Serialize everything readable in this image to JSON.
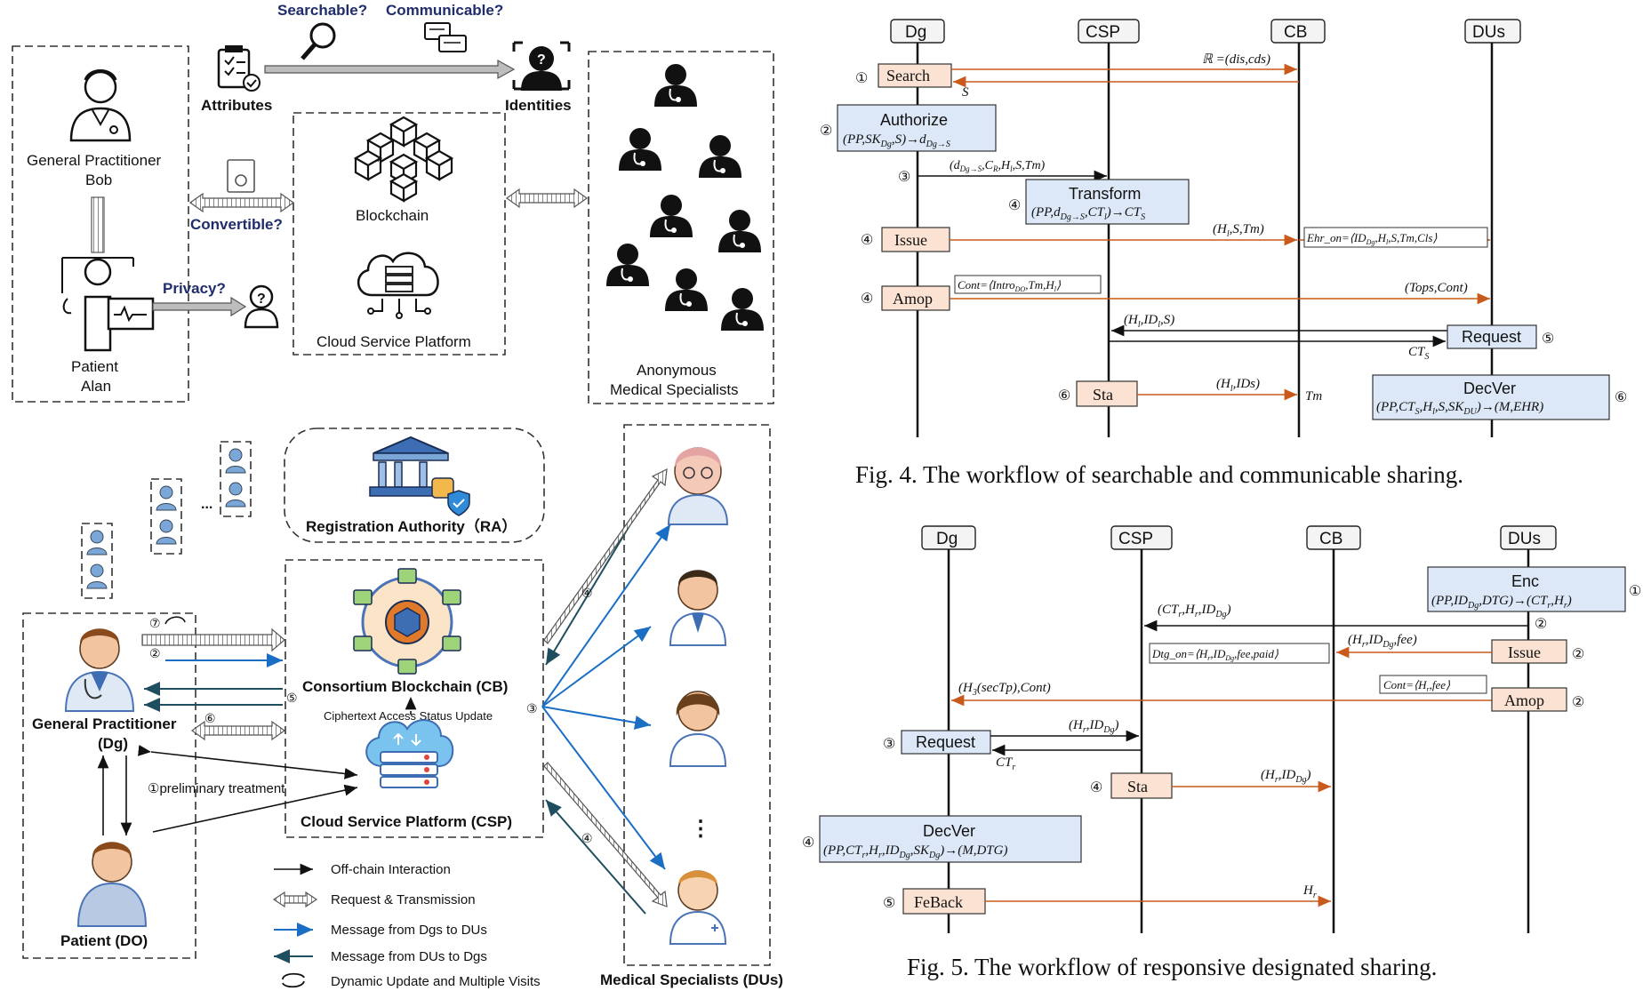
{
  "top_left": {
    "question_search": "Searchable?",
    "question_comm": "Communicable?",
    "attributes": "Attributes",
    "identities": "Identities",
    "gp_line1": "General Practitioner",
    "gp_line2": "Bob",
    "patient_line1": "Patient",
    "patient_line2": "Alan",
    "convertible": "Convertible?",
    "privacy": "Privacy?",
    "blockchain": "Blockchain",
    "csp": "Cloud Service Platform",
    "anon_line1": "Anonymous",
    "anon_line2": "Medical Specialists"
  },
  "bottom_left": {
    "ra": "Registration Authority（RA）",
    "cb": "Consortium Blockchain (CB)",
    "ciphertext_update": "Ciphertext Access Status Update",
    "csp": "Cloud Service Platform (CSP)",
    "gp_line1": "General Practitioner",
    "gp_line2": "(Dg)",
    "patient": "Patient (DO)",
    "prelim": "①preliminary treatment",
    "step7": "⑦",
    "step2": "②",
    "step5": "⑤",
    "step6": "⑥",
    "step3": "③",
    "step4a": "④",
    "step4b": "④",
    "dots": "...",
    "vdots": "⋮",
    "du_label": "Medical Specialists (DUs)",
    "legend": [
      "Off-chain Interaction",
      "Request & Transmission",
      "Message  from Dgs to DUs",
      "Message  from DUs to Dgs",
      "Dynamic Update and Multiple Visits"
    ]
  },
  "fig4": {
    "caption": "Fig. 4.    The workflow of searchable and communicable sharing.",
    "headers": [
      "Dg",
      "CSP",
      "CB",
      "DUs"
    ],
    "n1": "①",
    "search": "Search",
    "s_ret": "S",
    "rset": "ℝ =(dis,cds)",
    "n2": "②",
    "authorize": "Authorize",
    "auth_formula": "(PP,SK",
    "auth_sub": "Dg",
    "auth_tail": ",S)→d",
    "auth_sub2": "Dg→S",
    "n3": "③",
    "msg3": "(d",
    "msg3_sub": "Dg→S",
    "msg3_tail": ",C",
    "msg3_sub2": "R",
    "msg3_tail2": ",H",
    "msg3_sub3": "l",
    "msg3_tail3": ",S,Tm)",
    "n4t": "④",
    "transform": "Transform",
    "trans_formula": "(PP,d",
    "trans_sub": "Dg→S",
    "trans_tail": ",CT",
    "trans_sub2": "l",
    "trans_tail2": ")→CT",
    "trans_sub3": "S",
    "n4i": "④",
    "issue": "Issue",
    "issue_msg": "(H",
    "issue_msg_sub": "l",
    "issue_msg_tail": ",S,Tm)",
    "ehr_on": "Ehr_on=⟨ID",
    "ehr_sub": "Dg",
    "ehr_tail": ",H",
    "ehr_sub2": "l",
    "ehr_tail2": ",S,Tm,Cls⟩",
    "n4a": "④",
    "amop": "Amop",
    "cont": "Cont=⟨Intro",
    "cont_sub": "DO",
    "cont_tail": ",Tm,H",
    "cont_sub2": "l",
    "cont_tail2": "⟩",
    "tops": "(Tops,Cont)",
    "req_msg": "(H",
    "req_sub": "l",
    "req_tail": ",ID",
    "req_sub2": "l",
    "req_tail2": ",S)",
    "request": "Request",
    "n5": "⑤",
    "cts": "CT",
    "cts_sub": "S",
    "n6": "⑥",
    "sta": "Sta",
    "sta_msg": "(H",
    "sta_sub": "l",
    "sta_tail": ",IDs)",
    "tm": "Tm",
    "decver": "DecVer",
    "dec_formula": "(PP,CT",
    "dec_sub": "S",
    "dec_tail": ",H",
    "dec_sub2": "l",
    "dec_tail2": ",S,SK",
    "dec_sub3": "DU",
    "dec_tail3": ")→(M,EHR)",
    "n6b": "⑥"
  },
  "fig5": {
    "caption": "Fig. 5.    The workflow of responsive designated sharing.",
    "headers": [
      "Dg",
      "CSP",
      "CB",
      "DUs"
    ],
    "enc": "Enc",
    "enc_formula": "(PP,ID",
    "enc_sub": "Dg",
    "enc_tail": ",DTG)→(CT",
    "enc_sub2": "r",
    "enc_tail2": ",H",
    "enc_sub3": "r",
    "enc_tail3": ")",
    "n1": "①",
    "n2a": "②",
    "m1": "(CT",
    "m1_sub": "r",
    "m1_tail": ",H",
    "m1_sub2": "r",
    "m1_tail2": ",ID",
    "m1_sub3": "Dg",
    "m1_tail3": ")",
    "m2": "(H",
    "m2_sub": "r",
    "m2_tail": ",ID",
    "m2_sub2": "Dg",
    "m2_tail2": ",fee)",
    "dtg_on": "Dtg_on=⟨H",
    "dtg_sub": "r",
    "dtg_tail": ",ID",
    "dtg_sub2": "Dg",
    "dtg_tail2": ",fee,paid⟩",
    "issue": "Issue",
    "n2b": "②",
    "m3": "(H",
    "m3_sub": "3",
    "m3_tail": "(secTp),Cont)",
    "cont": "Cont=⟨H",
    "cont_sub": "r",
    "cont_tail": ",fee⟩",
    "amop": "Amop",
    "n2c": "②",
    "n3": "③",
    "request": "Request",
    "m4": "(H",
    "m4_sub": "r",
    "m4_tail": ",ID",
    "m4_sub2": "Dg",
    "m4_tail2": ")",
    "ctr": "CT",
    "ctr_sub": "r",
    "n4s": "④",
    "sta": "Sta",
    "m5": "(H",
    "m5_sub": "r",
    "m5_tail": ",ID",
    "m5_sub2": "Dg",
    "m5_tail2": ")",
    "n4d": "④",
    "decver": "DecVer",
    "dec_formula": "(PP,CT",
    "dec_sub": "r",
    "dec_tail": ",H",
    "dec_sub2": "r",
    "dec_tail2": ",ID",
    "dec_sub3": "Dg",
    "dec_tail3": ",SK",
    "dec_sub4": "Dg",
    "dec_tail4": ")→(M,DTG)",
    "n5": "⑤",
    "feback": "FeBack",
    "hr": "H",
    "hr_sub": "r"
  }
}
